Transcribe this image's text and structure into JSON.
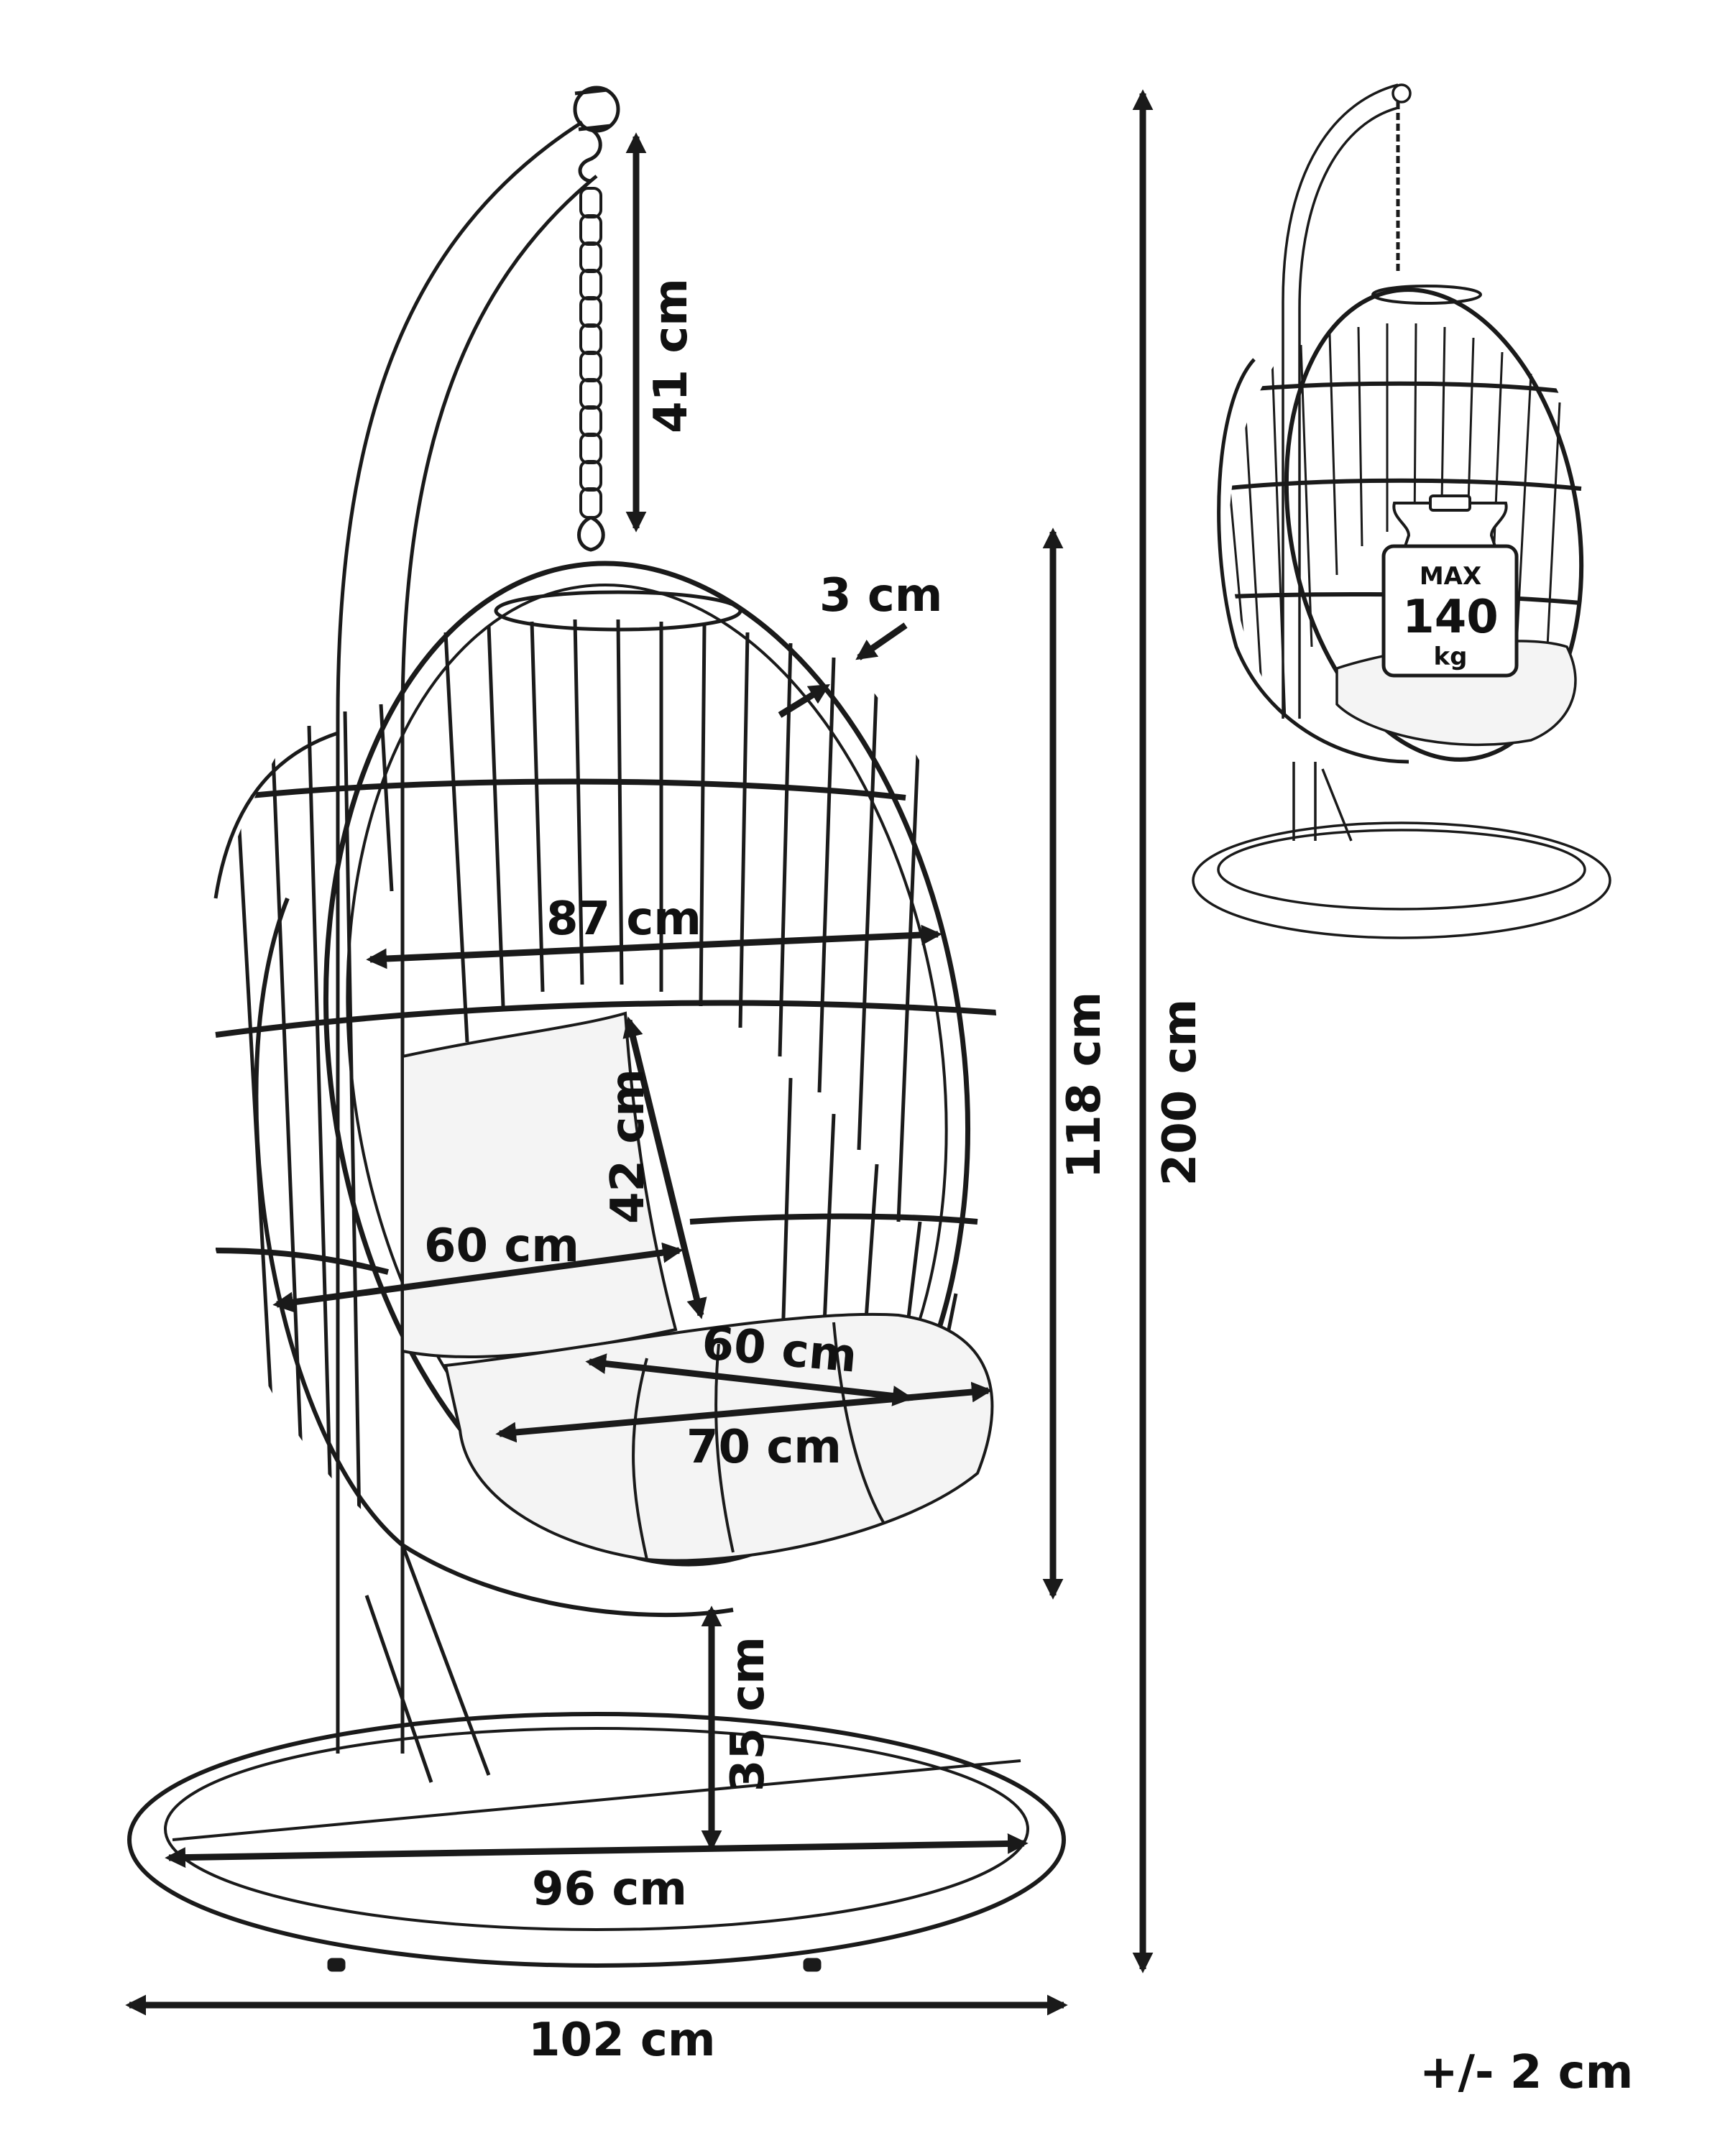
{
  "colors": {
    "ink": "#1a1a1a",
    "paper": "#ffffff",
    "cushion": "#f4f4f4"
  },
  "dimensions": {
    "chain_length": "41 cm",
    "rim_thickness": "3 cm",
    "inner_width": "87 cm",
    "cushion_height": "42 cm",
    "back_width": "60 cm",
    "seat_depth": "60 cm",
    "seat_width": "70 cm",
    "basket_height": "118 cm",
    "total_height": "200 cm",
    "ground_clearance": "35 cm",
    "base_inner": "96 cm",
    "base_outer": "102 cm"
  },
  "tolerance": "+/- 2 cm",
  "weight_tag": {
    "line1": "MAX",
    "line2": "140",
    "line3": "kg"
  }
}
